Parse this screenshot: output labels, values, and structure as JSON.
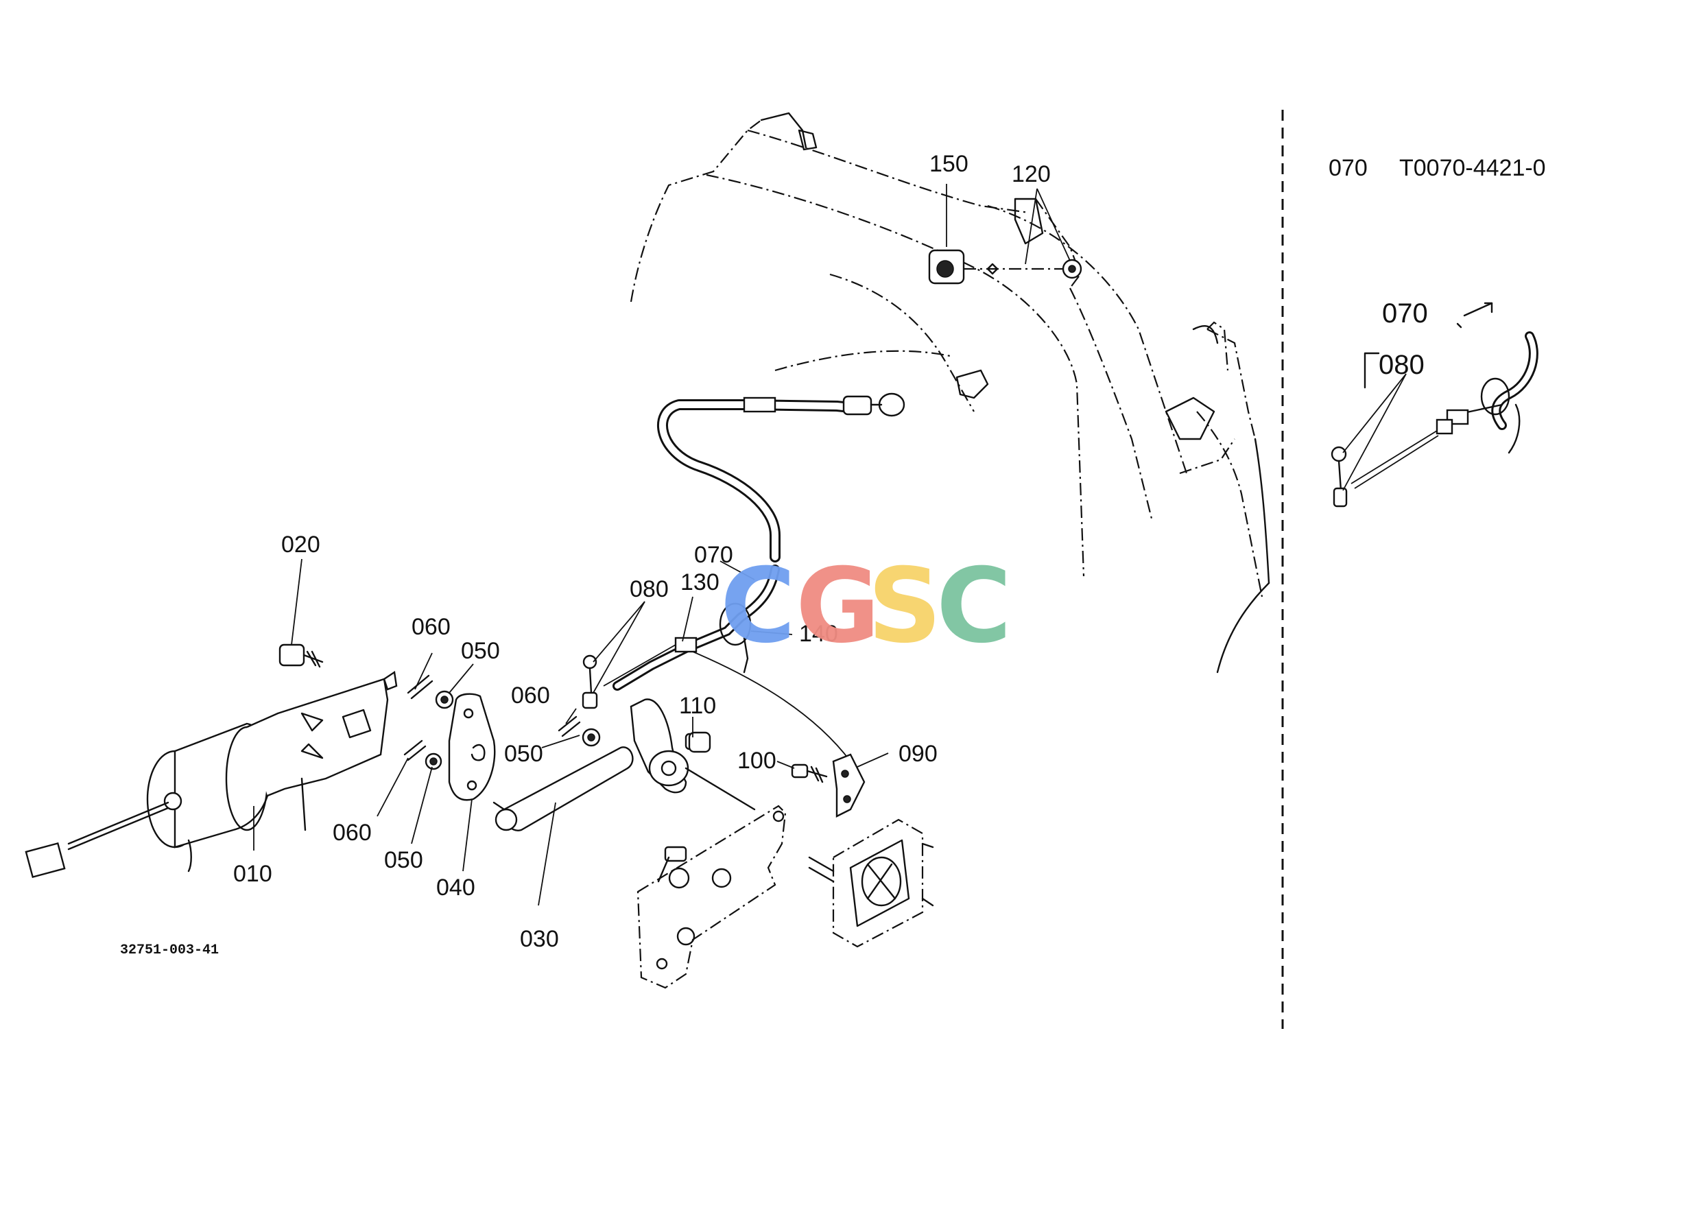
{
  "diagram_id": "32751-003-41",
  "inset": {
    "header_ref": "070",
    "header_part_number": "T0070-4421-0",
    "labels": [
      "070",
      "080"
    ]
  },
  "callouts": {
    "c010": "010",
    "c020": "020",
    "c030": "030",
    "c040": "040",
    "c050a": "050",
    "c050b": "050",
    "c050c": "050",
    "c060a": "060",
    "c060b": "060",
    "c060c": "060",
    "c070": "070",
    "c080": "080",
    "c090": "090",
    "c100": "100",
    "c110": "110",
    "c120": "120",
    "c130": "130",
    "c140": "140",
    "c150": "150"
  },
  "watermark": {
    "letters": [
      "C",
      "G",
      "S",
      "C"
    ],
    "colors": [
      "#6f9ff0",
      "#f08c82",
      "#f7d36a",
      "#7cc4a0"
    ]
  }
}
